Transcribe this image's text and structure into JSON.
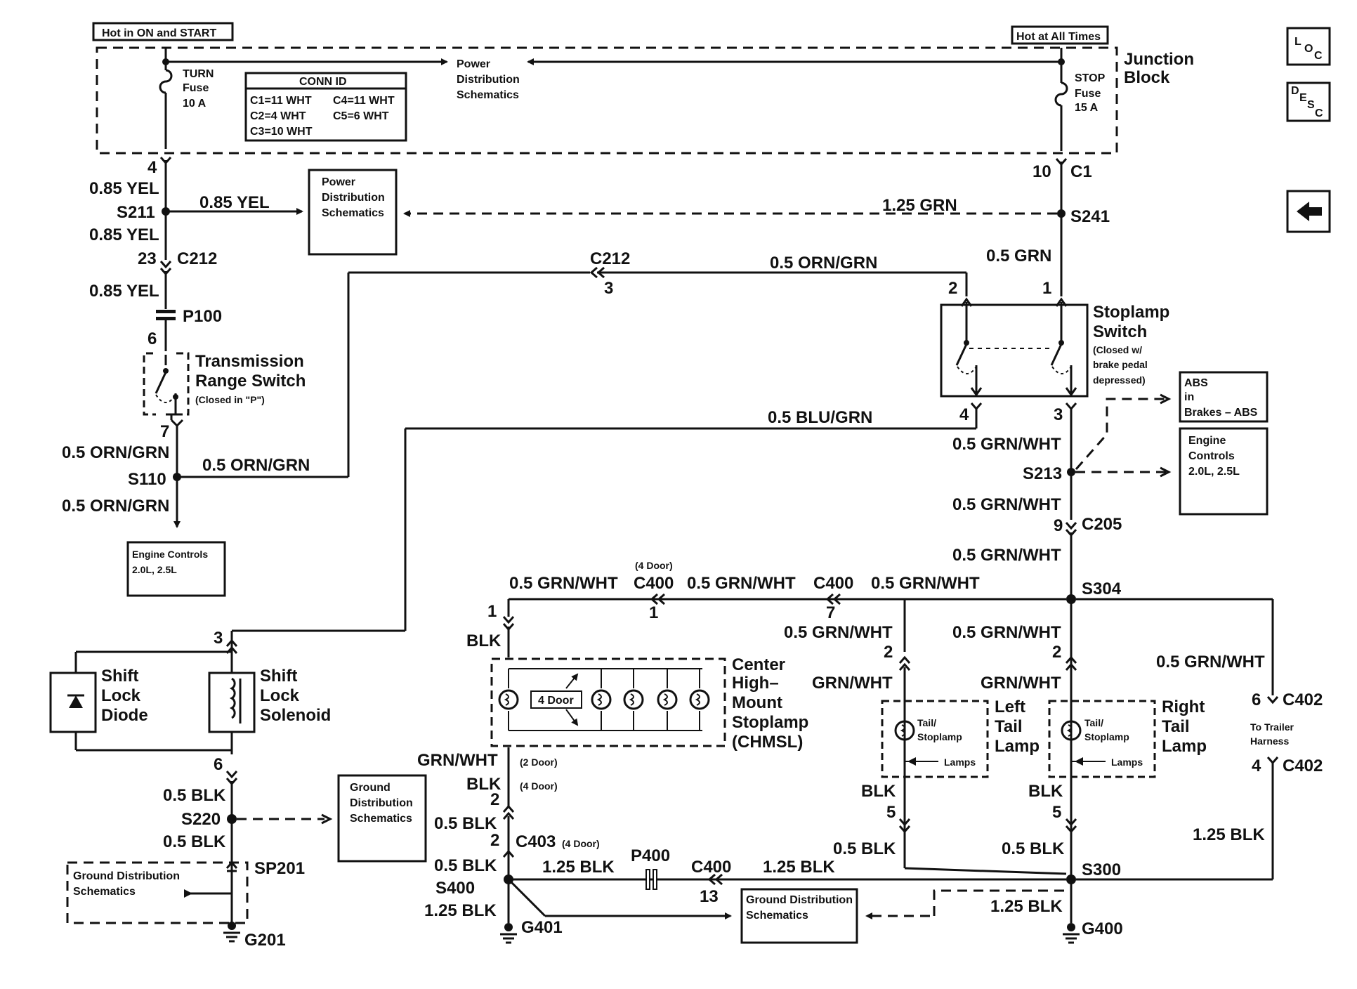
{
  "header": {
    "hot_on_start": "Hot in ON and START",
    "hot_all_times": "Hot at All Times",
    "junction_block": [
      "Junction",
      "Block"
    ]
  },
  "side_buttons": {
    "loc": [
      "L",
      "O",
      "C"
    ],
    "desc": [
      "D",
      "E",
      "S",
      "C"
    ]
  },
  "fuses": {
    "turn": [
      "TURN",
      "Fuse",
      "10 A"
    ],
    "stop": [
      "STOP",
      "Fuse",
      "15 A"
    ]
  },
  "conn_id": {
    "title": "CONN ID",
    "c1": "C1=11 WHT",
    "c2": "C2=4 WHT",
    "c3": "C3=10 WHT",
    "c4": "C4=11 WHT",
    "c5": "C5=6 WHT"
  },
  "refs": {
    "power_dist_top": [
      "Power",
      "Distribution",
      "Schematics"
    ],
    "power_dist_box": [
      "Power",
      "Distribution",
      "Schematics"
    ],
    "engine_left": [
      "Engine Controls",
      "2.0L, 2.5L"
    ],
    "engine_right": [
      "Engine",
      "Controls",
      "2.0L, 2.5L"
    ],
    "abs": [
      "ABS",
      "in",
      "Brakes – ABS"
    ],
    "ground_mid": [
      "Ground",
      "Distribution",
      "Schematics"
    ],
    "ground_left": [
      "Ground Distribution",
      "Schematics"
    ],
    "ground_bottom": [
      "Ground Distribution",
      "Schematics"
    ]
  },
  "components": {
    "trans_switch": [
      "Transmission",
      "Range Switch",
      "(Closed in \"P\")"
    ],
    "stoplamp_switch": [
      "Stoplamp",
      "Switch",
      "(Closed w/",
      "brake pedal",
      "depressed)"
    ],
    "shift_diode": [
      "Shift",
      "Lock",
      "Diode"
    ],
    "shift_solenoid": [
      "Shift",
      "Lock",
      "Solenoid"
    ],
    "chmsl": [
      "Center",
      "High–",
      "Mount",
      "Stoplamp",
      "(CHMSL)"
    ],
    "left_tail": [
      "Left",
      "Tail",
      "Lamp"
    ],
    "right_tail": [
      "Right",
      "Tail",
      "Lamp"
    ],
    "tail_stop": [
      "Tail/",
      "Stoplamp"
    ],
    "lamps": "Lamps",
    "four_door": "4 Door",
    "trailer": [
      "To Trailer",
      "Harness"
    ]
  },
  "labels": {
    "pin4": "4",
    "yel1": "0.85 YEL",
    "s211": "S211",
    "yel2": "0.85 YEL",
    "yel_h": "0.85 YEL",
    "pin23": "23",
    "c212a": "C212",
    "yel3": "0.85 YEL",
    "p100": "P100",
    "pin6a": "6",
    "pin7": "7",
    "orn1": "0.5 ORN/GRN",
    "s110": "S110",
    "orn2": "0.5 ORN/GRN",
    "orn_h": "0.5 ORN/GRN",
    "pin10": "10",
    "c1": "C1",
    "grn125": "1.25 GRN",
    "s241": "S241",
    "grn05": "0.5 GRN",
    "c212b": "C212",
    "pin3a": "3",
    "orn_top": "0.5 ORN/GRN",
    "pin2a": "2",
    "pin1a": "1",
    "blu": "0.5 BLU/GRN",
    "pin4b": "4",
    "pin3b": "3",
    "gw1": "0.5 GRN/WHT",
    "s213": "S213",
    "gw2": "0.5 GRN/WHT",
    "pin9": "9",
    "c205": "C205",
    "gw3": "0.5 GRN/WHT",
    "s304": "S304",
    "door4a": "(4 Door)",
    "c400a": "C400",
    "c400b": "C400",
    "gw4": "0.5 GRN/WHT",
    "gw5": "0.5 GRN/WHT",
    "gw6": "0.5 GRN/WHT",
    "pin1b": "1",
    "pin1c": "1",
    "pin7b": "7",
    "blk_top": "BLK",
    "gw_lt": "0.5 GRN/WHT",
    "gw_rt": "0.5 GRN/WHT",
    "pin2b": "2",
    "pin2c": "2",
    "gwl": "GRN/WHT",
    "gwr": "GRN/WHT",
    "gw_tr": "0.5 GRN/WHT",
    "pin6c": "6",
    "c402a": "C402",
    "pin4c": "4",
    "c402b": "C402",
    "blk125_tr": "1.25 BLK",
    "pin3c": "3",
    "pin6b": "6",
    "blk05a": "0.5 BLK",
    "s220": "S220",
    "blk05b": "0.5 BLK",
    "sp201": "SP201",
    "g201": "G201",
    "gw_chmsl": "GRN/WHT",
    "door2": "(2 Door)",
    "blk_chmsl": "BLK",
    "door4b": "(4 Door)",
    "pin2d": "2",
    "blk05c": "0.5 BLK",
    "pin2e": "2",
    "c403": "C403",
    "door4c": "(4 Door)",
    "blk05d": "0.5 BLK",
    "s400": "S400",
    "blk125a": "1.25 BLK",
    "g401": "G401",
    "blk125b": "1.25 BLK",
    "p400": "P400",
    "c400c": "C400",
    "pin13": "13",
    "blk125c": "1.25 BLK",
    "blk_l": "BLK",
    "pin5a": "5",
    "blk_r": "BLK",
    "pin5b": "5",
    "blk05e": "0.5 BLK",
    "blk05f": "0.5 BLK",
    "s300": "S300",
    "blk125d": "1.25 BLK",
    "g400": "G400"
  }
}
